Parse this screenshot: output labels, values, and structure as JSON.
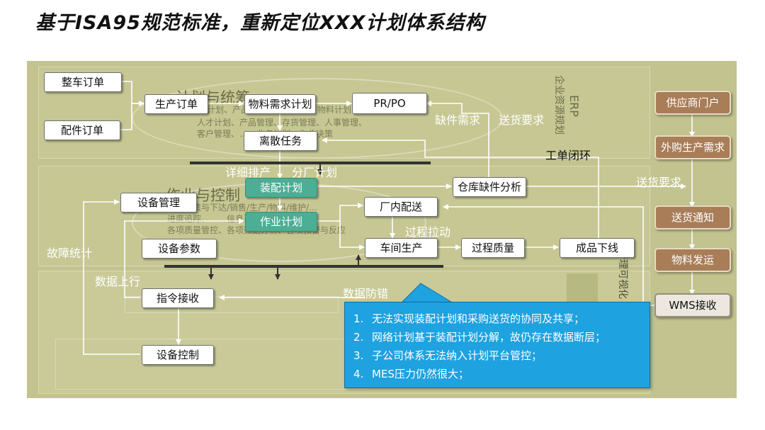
{
  "title": "基于ISA95规范标准，重新定位XXX计划体系结构",
  "background_text": {
    "oval1_header": "计划与统筹",
    "oval1_line1": "营运计划、产品计划、生产计划、物料计划",
    "oval1_line2": "人才计划、产品管理、存货管理、人事管理、",
    "oval1_line3": "客户管理、……业务计划、作业决策",
    "oval2_header": "作业与控制",
    "oval2_line1": "订单决策与下达/销售/生产/物料/维护/...",
    "oval2_line2": "进度追踪、……信息采集与保存",
    "oval2_line3": "各项质量管控、各项数据分析、各项预警与反应",
    "erp_label": "ERP",
    "erp_sub": "企业资源规划",
    "mgmt_label": "管理可视化"
  },
  "nodes": {
    "order_vehicle": "整车订单",
    "order_parts": "配件订单",
    "production_order": "生产订单",
    "mrp": "物料需求计划",
    "pr_po": "PR/PO",
    "discrete_task": "离散任务",
    "assembly_plan": "装配计划",
    "job_plan": "作业计划",
    "equipment_mgmt": "设备管理",
    "equipment_params": "设备参数",
    "instruction_recv": "指令接收",
    "equipment_ctrl": "设备控制",
    "warehouse_analysis": "仓库缺件分析",
    "plant_delivery": "厂内配送",
    "workshop_production": "车间生产",
    "process_quality": "过程质量",
    "product_offline": "成品下线",
    "supplier_portal": "供应商门户",
    "external_demand": "外购生产需求",
    "delivery_notice": "送货通知",
    "material_shipping": "物料发运",
    "wms_receive": "WMS接收"
  },
  "labels": {
    "shortage_demand": "缺件需求",
    "delivery_request_1": "送货要求",
    "work_order_close": "工单闭环",
    "detailed_scheduling": "详细排产",
    "branch_plan": "分厂计划",
    "delivery_request_2": "送货要求",
    "process_pull": "过程拉动",
    "fault_stats": "故障统计",
    "data_upstream": "数据上行",
    "data_errorproof": "数据防错"
  },
  "callout": {
    "items": [
      {
        "num": "1.",
        "text": "无法实现装配计划和采购送货的协同及共享；"
      },
      {
        "num": "2.",
        "text": "网络计划基于装配计划分解，故仍存在数据断层；"
      },
      {
        "num": "3.",
        "text": "子公司体系无法纳入计划平台管控；"
      },
      {
        "num": "4.",
        "text": "MES压力仍然很大；"
      }
    ]
  },
  "colors": {
    "panel": "#c2c38e",
    "green_node": "#4cae94",
    "brown_node": "#a87d57",
    "callout": "#1ea2e0"
  }
}
